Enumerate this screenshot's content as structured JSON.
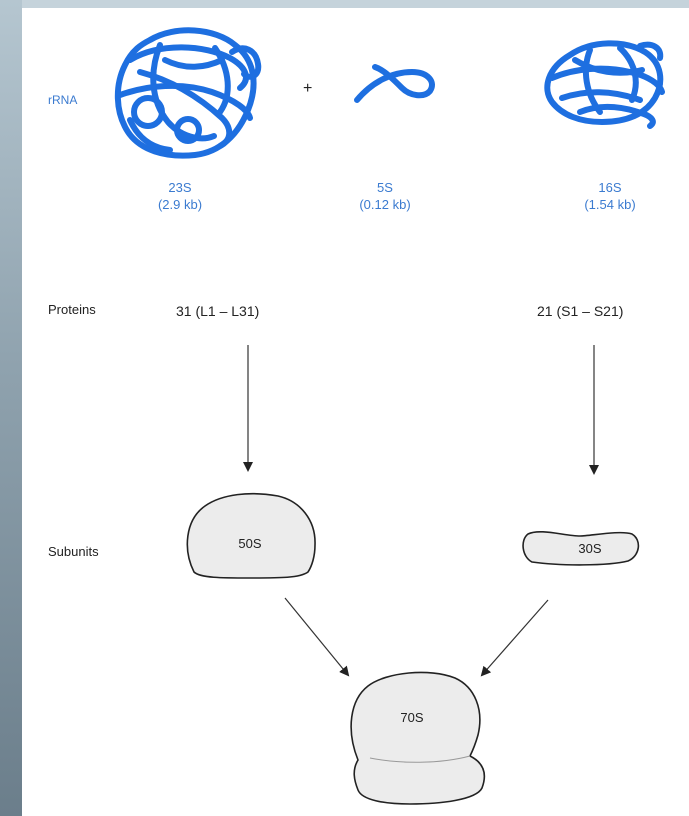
{
  "labels": {
    "rrna": "rRNA",
    "plus": "+",
    "proteins": "Proteins",
    "subunits": "Subunits"
  },
  "rrnas": [
    {
      "name": "23S",
      "size": "(2.9 kb)"
    },
    {
      "name": "5S",
      "size": "(0.12 kb)"
    },
    {
      "name": "16S",
      "size": "(1.54 kb)"
    }
  ],
  "proteins": {
    "large": "31 (L1 – L31)",
    "small": "21 (S1 – S21)"
  },
  "subunits": {
    "large": "50S",
    "small": "30S",
    "ribosome": "70S"
  },
  "colors": {
    "rrna_stroke": "#1e6fe0",
    "rrna_text": "#3b7bd0",
    "subunit_fill": "#ececec",
    "outline": "#222222"
  }
}
